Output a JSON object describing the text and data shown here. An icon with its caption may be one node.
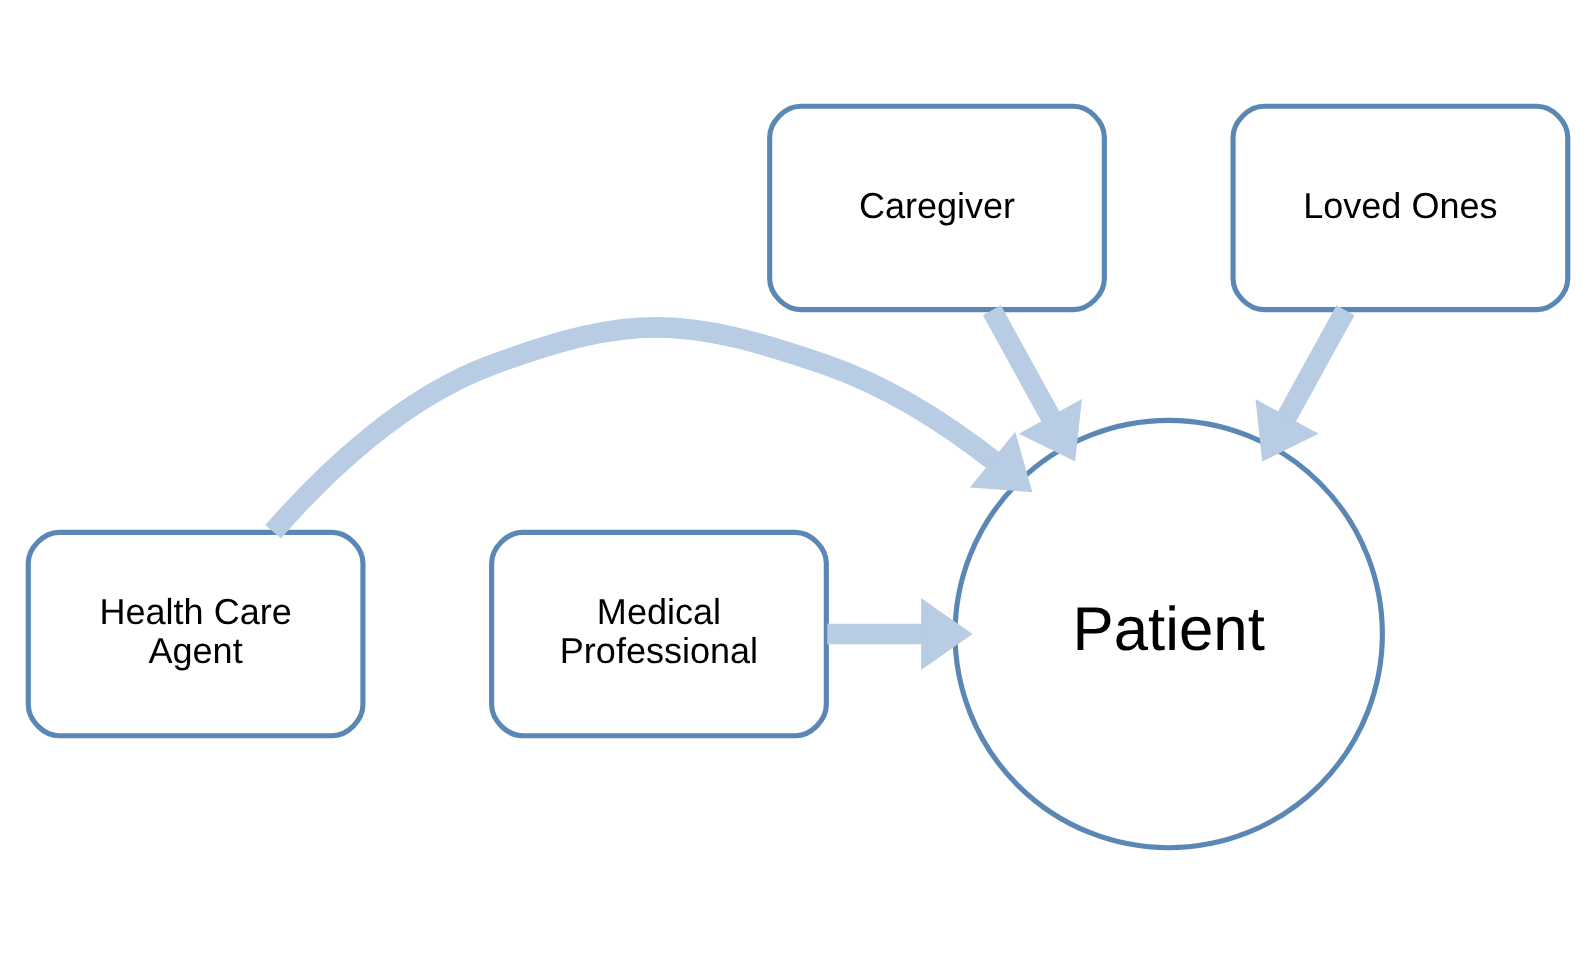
{
  "diagram": {
    "nodes": [
      {
        "text": [
          "Caregiver"
        ]
      },
      {
        "text": [
          "Loved Ones"
        ]
      },
      {
        "text": [
          "Health Care Agent"
        ]
      },
      {
        "text": [
          "Medical Professional"
        ]
      },
      {
        "text": [
          "Patient"
        ]
      }
    ],
    "edges": [
      {
        "from": 0,
        "to": 4,
        "arrow": "to"
      },
      {
        "from": 1,
        "to": 4,
        "arrow": "to"
      },
      {
        "from": 2,
        "to": 4,
        "arrow": "to"
      },
      {
        "from": 3,
        "to": 4,
        "arrow": "to"
      }
    ]
  }
}
